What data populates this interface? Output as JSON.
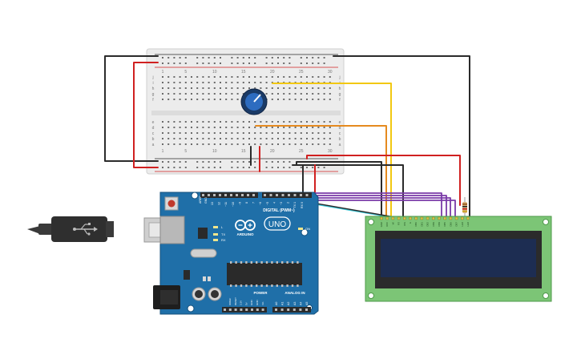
{
  "colors": {
    "board": "#1f6fa8",
    "board_dark": "#14507c",
    "breadboard": "#ececec",
    "lcd_pcb": "#7cc576",
    "lcd_screen": "#1d2d52",
    "wire_black": "#2b2b2b",
    "wire_red": "#d02020",
    "wire_yellow": "#f2c811",
    "wire_orange": "#e58a1f",
    "wire_purple": "#7a3aa8",
    "wire_cyan": "#38c6d6"
  },
  "breadboard": {
    "column_numbers": [
      "1",
      "5",
      "10",
      "15",
      "20",
      "25",
      "30"
    ],
    "row_letters_top": [
      "j",
      "i",
      "h",
      "g",
      "f"
    ],
    "row_letters_bottom": [
      "e",
      "d",
      "c",
      "b",
      "a"
    ]
  },
  "arduino": {
    "logo_text": "ARDUINO",
    "model": "UNO",
    "digital_label": "DIGITAL (PWM~)",
    "power_label": "POWER",
    "analog_label": "ANALOG IN",
    "on_label": "ON",
    "l_label": "L",
    "tx_label": "TX",
    "rx_label": "RX",
    "aref_label": "AREF",
    "gnd_label": "GND",
    "digital_pins": [
      "13",
      "12",
      "~11",
      "~10",
      "~9",
      "8",
      "7",
      "~6",
      "~5",
      "4",
      "~3",
      "2",
      "TX 1",
      "RX 0"
    ],
    "power_pins": [
      "IOREF",
      "RESET",
      "3.3V",
      "5V",
      "GND",
      "GND",
      "Vin"
    ],
    "analog_pins": [
      "A0",
      "A1",
      "A2",
      "A3",
      "A4",
      "A5"
    ]
  },
  "lcd": {
    "pin_labels": [
      "GND",
      "VCC",
      "V0",
      "RS",
      "RW",
      "E",
      "DB0",
      "DB1",
      "DB2",
      "DB3",
      "DB4",
      "DB5",
      "DB6",
      "DB7",
      "LED",
      "LED"
    ]
  },
  "usb": {
    "icon": "usb-icon"
  }
}
